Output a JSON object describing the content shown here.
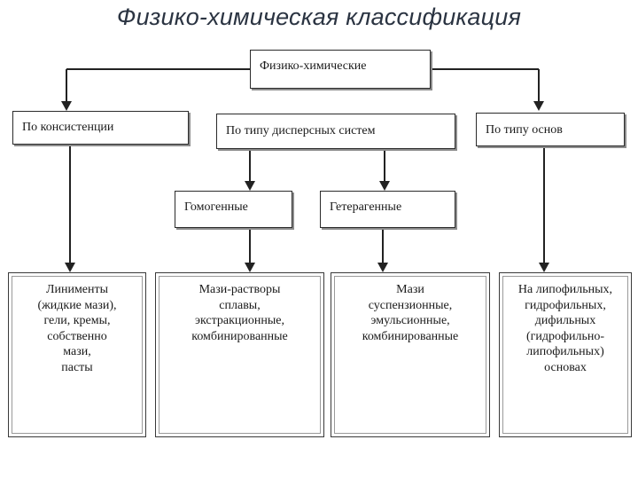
{
  "title": "Физико-химическая классификация",
  "root": "Физико-химические",
  "categories": {
    "consistency": "По консистенции",
    "disperse": "По типу дисперсных систем",
    "bases": "По типу основ"
  },
  "subcategories": {
    "homogeneous": "Гомогенные",
    "heterogeneous": "Гетерагенные"
  },
  "leaves": {
    "consistency": "Линименты\n(жидкие мази),\nгели, кремы,\nсобственно\nмази,\nпасты",
    "homogeneous": "Мази-растворы\nсплавы,\nэкстракционные,\nкомбинированные",
    "heterogeneous": "Мази\nсуспензионные,\nэмульсионные,\nкомбинированные",
    "bases": "На липофильных,\nгидрофильных,\nдифильных\n(гидрофильно-\nлипофильных)\nосновах"
  },
  "colors": {
    "title": "#2b3442",
    "line": "#222222",
    "border": "#2a2a2a"
  }
}
